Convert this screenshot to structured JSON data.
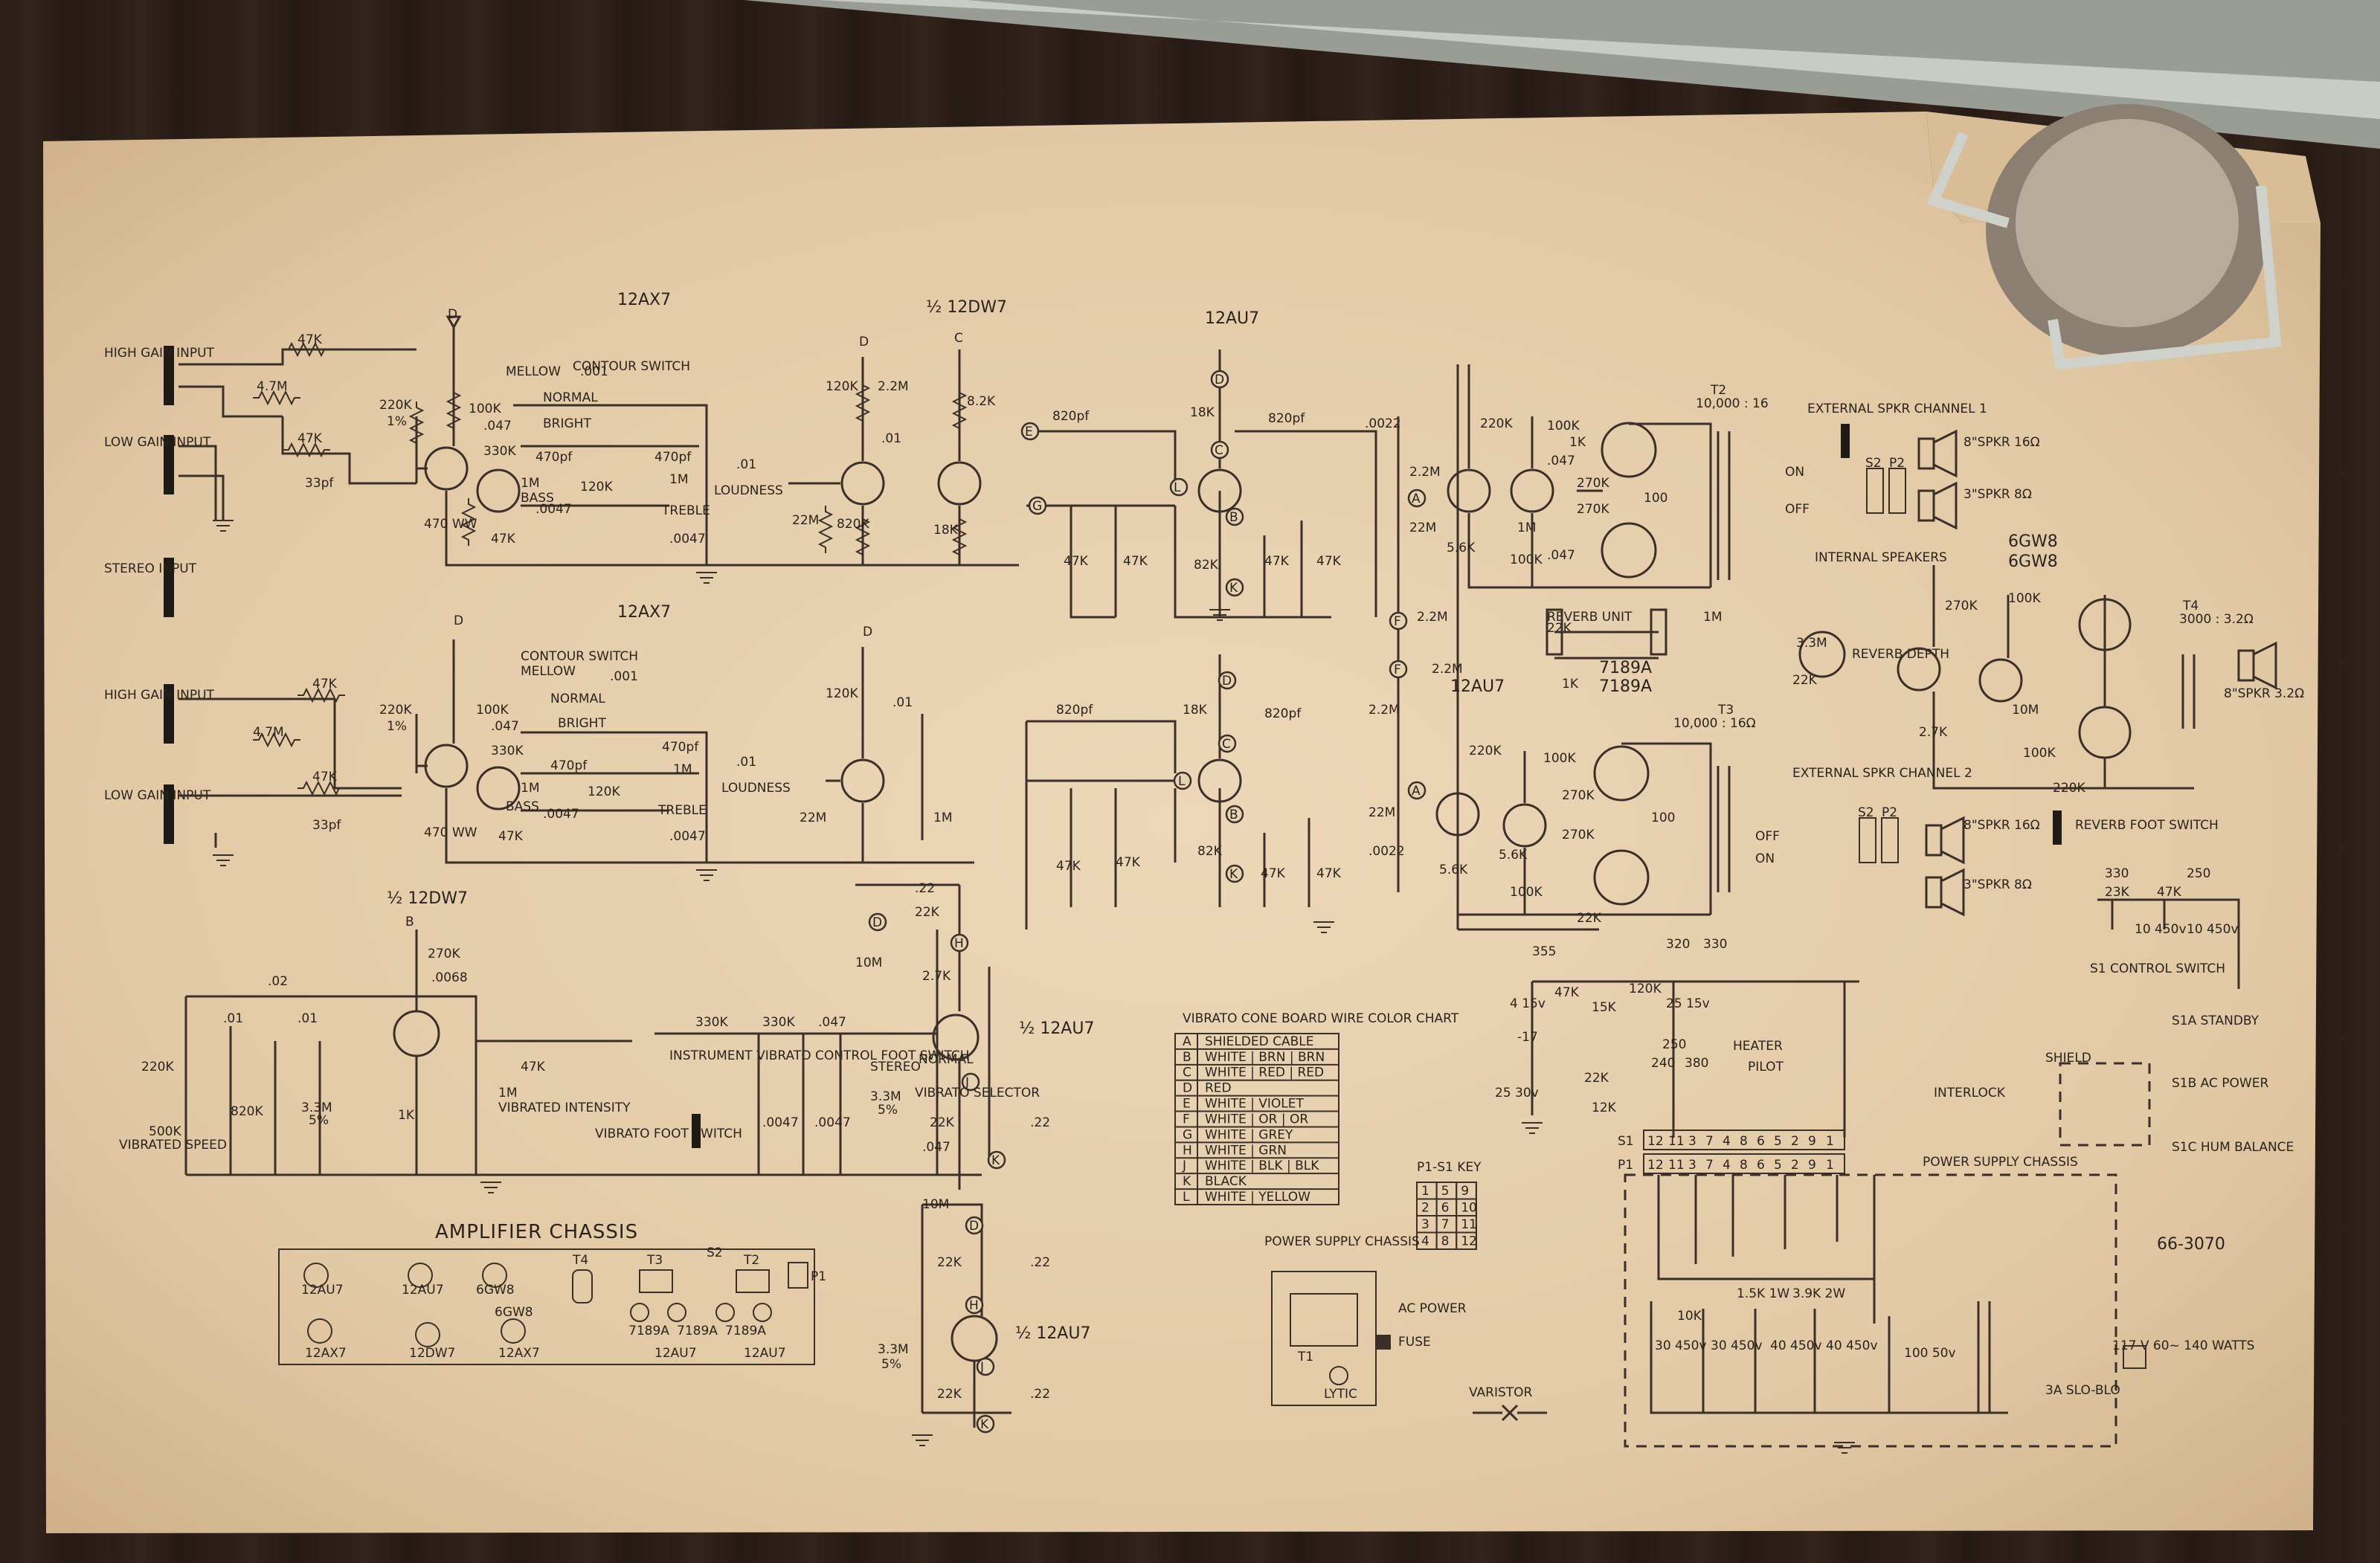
{
  "tubes_top": {
    "v1": "12AX7",
    "v2": "½ 12DW7",
    "v3": "12AU7"
  },
  "tubes_mid": {
    "v1": "12AX7",
    "v3": "12AU7"
  },
  "tubes_low": {
    "v5": "½ 12DW7",
    "v6": "½ 12AU7",
    "v7": "½ 12AU7"
  },
  "inputs": [
    "HIGH GAIN INPUT",
    "LOW GAIN INPUT",
    "STEREO INPUT",
    "HIGH GAIN INPUT",
    "LOW GAIN INPUT"
  ],
  "switches": {
    "contour1": "CONTOUR SWITCH",
    "contour2": "CONTOUR SWITCH",
    "mellow": "MELLOW",
    "normal": "NORMAL",
    "bright": "BRIGHT",
    "loudness": "LOUDNESS",
    "bass": "BASS",
    "treble": "TREBLE",
    "stereo": "STEREO",
    "normal2": "NORMAL",
    "vibrato_selector": "VIBRATO SELECTOR",
    "instrument_vibrato": "INSTRUMENT VIBRATO CONTROL FOOT SWITCH",
    "vibrato_foot": "VIBRATO FOOT SWITCH",
    "vibrated_intensity": "VIBRATED INTENSITY",
    "vibrated_speed": "VIBRATED SPEED",
    "reverb_foot": "REVERB FOOT SWITCH",
    "reverb_depth": "REVERB DEPTH",
    "reverb_unit": "REVERB UNIT"
  },
  "components": {
    "r47k": "47K",
    "r47m": "4.7M",
    "c33pf": "33pf",
    "r220k": "220K",
    "pct1": "1%",
    "r100k": "100K",
    "c047": ".047",
    "r330k": "330K",
    "r470ww": "470 WW",
    "c470pf": "470pf",
    "r120k": "120K",
    "c0047": ".0047",
    "r1m": "1M",
    "c01": ".01",
    "c001": ".001",
    "r22m": "22M",
    "r820k": "820K",
    "r22m2": "2.2M",
    "r82k": "8.2K",
    "r18k": "18K",
    "c820pf": "820pf",
    "c0022": ".0022",
    "r82k2": "82K",
    "r56k": "5.6K",
    "r270k": "270K",
    "r100": "100",
    "c02": ".02",
    "c0068": ".0068",
    "r10m": "10M",
    "r27k": "2.7K",
    "r22k": "22K",
    "r33m": "3.3M",
    "pct5": "5%",
    "r1k": "1K",
    "r500k": "500K",
    "c22": ".22",
    "r1mv": "1M",
    "r15k": "15K",
    "r12k": "12K",
    "r23k": "23K"
  },
  "transformers": {
    "t2": "T2",
    "t2spec": "10,000 : 16",
    "t3": "T3",
    "t3spec": "10,000 : 16Ω",
    "t4": "T4",
    "t4spec": "3000 : 3.2Ω",
    "t1": "T1"
  },
  "outputs": {
    "ch1": "EXTERNAL SPKR CHANNEL 1",
    "ch2": "EXTERNAL SPKR CHANNEL 2",
    "spk8_16": "8\"SPKR 16Ω",
    "spk3_8": "3\"SPKR 8Ω",
    "spk8_32": "8\"SPKR 3.2Ω",
    "internal": "INTERNAL SPEAKERS",
    "pwr": "6GW8",
    "pwr2": "6GW8",
    "tube_7189": "7189A",
    "tube_7189b": "7189A",
    "on": "ON",
    "off": "OFF",
    "s2": "S2",
    "p2": "P2"
  },
  "power": {
    "s1_control": "S1 CONTROL SWITCH",
    "s1a": "S1A STANDBY",
    "s1b": "S1B AC POWER",
    "s1c": "S1C HUM BALANCE",
    "shield": "SHIELD",
    "interlock": "INTERLOCK",
    "heater": "HEATER",
    "pilot": "PILOT",
    "psc": "POWER SUPPLY CHASSIS",
    "psc2": "POWER SUPPLY CHASSIS",
    "ac_power": "AC POWER",
    "fuse": "FUSE",
    "varistor": "VARISTOR",
    "lytic": "LYTIC",
    "mains": "117 V 60~ 140 WATTS",
    "fuse_rating": "3A SLO-BLO",
    "s1_label": "S1",
    "p1_label": "P1",
    "pins": [
      "12",
      "11",
      "3",
      "7",
      "4",
      "8",
      "6",
      "5",
      "2",
      "9",
      "1"
    ],
    "caps": [
      "30 450v",
      "30 450v",
      "40 450v",
      "40 450v",
      "100 50v"
    ],
    "res": [
      "10K",
      "1.5K 1W",
      "3.9K 2W"
    ],
    "voltages": [
      "355",
      "250",
      "240",
      "320",
      "330",
      "380",
      "-17",
      "25 30v",
      "4 15v",
      "25 15v",
      "10 450v",
      "10 450v"
    ]
  },
  "color_chart": {
    "title": "VIBRATO CONE BOARD WIRE COLOR CHART",
    "rows": [
      {
        "k": "A",
        "v": "SHIELDED CABLE"
      },
      {
        "k": "B",
        "v": "WHITE | BRN | BRN"
      },
      {
        "k": "C",
        "v": "WHITE | RED | RED"
      },
      {
        "k": "D",
        "v": "RED"
      },
      {
        "k": "E",
        "v": "WHITE | VIOLET"
      },
      {
        "k": "F",
        "v": "WHITE | OR | OR"
      },
      {
        "k": "G",
        "v": "WHITE | GREY"
      },
      {
        "k": "H",
        "v": "WHITE | GRN"
      },
      {
        "k": "J",
        "v": "WHITE | BLK | BLK"
      },
      {
        "k": "K",
        "v": "BLACK"
      },
      {
        "k": "L",
        "v": "WHITE | YELLOW"
      }
    ]
  },
  "key": {
    "title": "P1-S1 KEY",
    "cells": [
      "1",
      "5",
      "9",
      "2",
      "6",
      "10",
      "3",
      "7",
      "11",
      "4",
      "8",
      "12"
    ]
  },
  "chassis": {
    "title": "AMPLIFIER CHASSIS",
    "tubes_top": [
      "12AU7",
      "12AU7",
      "6GW8"
    ],
    "tubes_bot": [
      "12AX7",
      "12DW7",
      "12AX7",
      "7189A",
      "12AU7",
      "7189A",
      "12AU7",
      "7189A"
    ],
    "t4": "T4",
    "t3": "T3",
    "t2": "T2",
    "s2": "S2",
    "p1": "P1",
    "gw8b": "6GW8"
  },
  "psu_chassis": "POWER SUPPLY CHASSIS",
  "doc_number": "66-3070",
  "nodes": [
    "A",
    "B",
    "C",
    "D",
    "E",
    "F",
    "G",
    "H",
    "J",
    "K",
    "L"
  ]
}
